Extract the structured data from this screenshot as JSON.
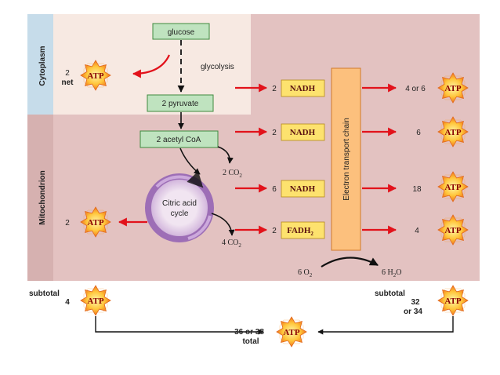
{
  "colors": {
    "cytoplasm_bg": "#f7e9e2",
    "mito_bg": "#e3c2c1",
    "side_cyto": "#c6dcea",
    "side_mito": "#d6b1b0",
    "green_box": "#bfe3bf",
    "green_border": "#3f8a3f",
    "yellow_box": "#fde26e",
    "etc_box": "#fcc07d",
    "red_arrow": "#e2121b",
    "cycle_purple": "#9a6ab6"
  },
  "regions": {
    "cytoplasm": "Cytoplasm",
    "mitochondrion": "Mitochondrion"
  },
  "glycolysis": {
    "glucose": "glucose",
    "pyruvate": "2 pyruvate",
    "label": "glycolysis",
    "atp_count": "2",
    "atp_note": "net"
  },
  "acetyl_coa": "2 acetyl CoA",
  "co2_upper": {
    "coef": "2 CO",
    "sub": "2"
  },
  "co2_lower": {
    "coef": "4 CO",
    "sub": "2"
  },
  "citric_cycle": {
    "line1": "Citric acid",
    "line2": "cycle",
    "atp_count": "2"
  },
  "carriers": [
    {
      "count": "2",
      "name": "NADH",
      "sub": ""
    },
    {
      "count": "2",
      "name": "NADH",
      "sub": ""
    },
    {
      "count": "6",
      "name": "NADH",
      "sub": ""
    },
    {
      "count": "2",
      "name": "FADH",
      "sub": "2"
    }
  ],
  "etc_label": "Electron transport chain",
  "etc_outputs": [
    "4 or 6",
    "6",
    "18",
    "4"
  ],
  "oxygen": {
    "in_coef": "6 O",
    "in_sub": "2",
    "out_coef": "6 H",
    "out_sub": "2",
    "out_tail": "O"
  },
  "atp_label": "ATP",
  "subtotals": {
    "left_label": "subtotal",
    "left_value": "4",
    "right_label": "subtotal",
    "right_value_1": "32",
    "right_value_2": "or 34"
  },
  "total": {
    "line1": "36 or 38",
    "line2": "total"
  }
}
